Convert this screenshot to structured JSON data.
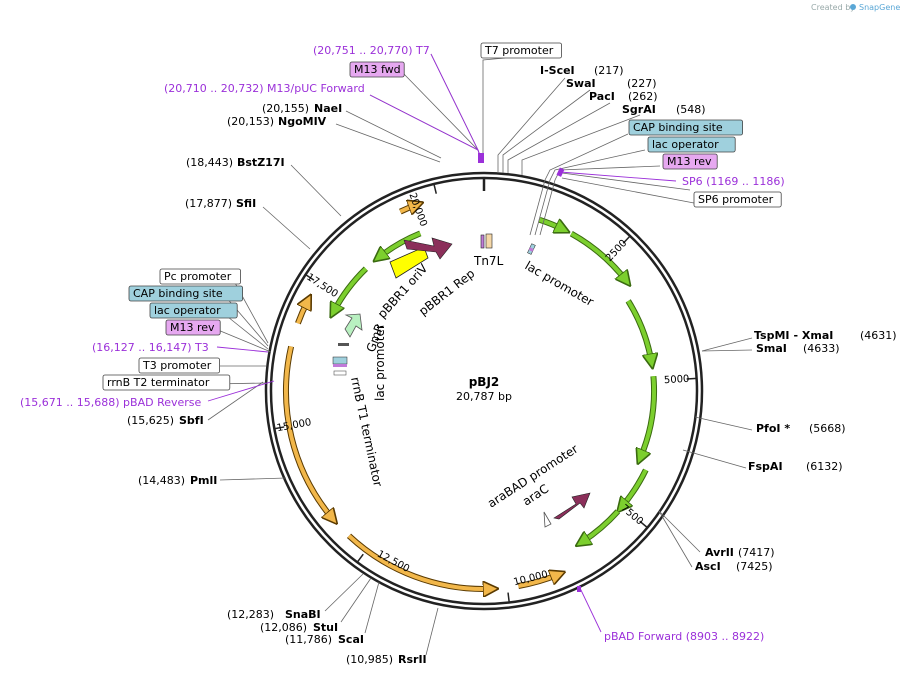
{
  "credit": {
    "prefix": "Created by",
    "brand": "SnapGene"
  },
  "plasmid": {
    "name": "pBJ2",
    "size": "20,787 bp"
  },
  "ticks": [
    "2500",
    "5000",
    "7500",
    "10,000",
    "12,500",
    "15,000",
    "17,500",
    "20,000"
  ],
  "enzymes": [
    {
      "name": "I-SceI",
      "pos": "(217)"
    },
    {
      "name": "SwaI",
      "pos": "(227)"
    },
    {
      "name": "PacI",
      "pos": "(262)"
    },
    {
      "name": "SgrAI",
      "pos": "(548)"
    },
    {
      "name": "TspMI",
      "name2": "- XmaI",
      "pos": "(4631)"
    },
    {
      "name": "SmaI",
      "pos": "(4633)"
    },
    {
      "name": "PfoI *",
      "pos": "(5668)"
    },
    {
      "name": "FspAI",
      "pos": "(6132)"
    },
    {
      "name": "AvrII",
      "pos": "(7417)"
    },
    {
      "name": "AscI",
      "pos": "(7425)"
    },
    {
      "name": "RsrII",
      "pos": "(10,985)"
    },
    {
      "name": "ScaI",
      "pos": "(11,786)"
    },
    {
      "name": "StuI",
      "pos": "(12,086)"
    },
    {
      "name": "SnaBI",
      "pos": "(12,283)"
    },
    {
      "name": "PmlI",
      "pos": "(14,483)"
    },
    {
      "name": "SbfI",
      "pos": "(15,625)"
    },
    {
      "name": "SfiI",
      "pos": "(17,877)"
    },
    {
      "name": "BstZ17I",
      "pos": "(18,443)"
    },
    {
      "name": "NgoMIV",
      "pos": "(20,153)"
    },
    {
      "name": "NaeI",
      "pos": "(20,155)"
    }
  ],
  "primers": [
    {
      "text": "(20,751 .. 20,770)  T7"
    },
    {
      "text": "(20,710 .. 20,732)  M13/pUC Forward"
    },
    {
      "text": "SP6    (1169 .. 1186)"
    },
    {
      "text": "pBAD Forward    (8903 .. 8922)"
    },
    {
      "text": "(16,127 .. 16,147)  T3"
    },
    {
      "text": "(15,671 .. 15,688)  pBAD Reverse"
    }
  ],
  "boxes": [
    {
      "text": "T7 promoter",
      "color": "#ffffff"
    },
    {
      "text": "M13 fwd",
      "color": "#e6a8f0"
    },
    {
      "text": "CAP binding site",
      "color": "#9fd0dd"
    },
    {
      "text": "lac operator",
      "color": "#9fd0dd"
    },
    {
      "text": "M13 rev",
      "color": "#e6a8f0"
    },
    {
      "text": "SP6 promoter",
      "color": "#ffffff"
    },
    {
      "text": "Pc promoter",
      "color": "#ffffff"
    },
    {
      "text": "CAP binding site",
      "color": "#9fd0dd"
    },
    {
      "text": "lac operator",
      "color": "#9fd0dd"
    },
    {
      "text": "M13 rev",
      "color": "#e6a8f0"
    },
    {
      "text": "T3 promoter",
      "color": "#ffffff"
    },
    {
      "text": "rrnB T2 terminator",
      "color": "#ffffff"
    }
  ],
  "features": {
    "tn7l": "Tn7L",
    "lac_right": "lac promoter",
    "pbbr1_ori": "pBBR1 oriV",
    "pbbr1_rep": "pBBR1 Rep",
    "gmr": "GmR",
    "lac_left": "lac promoter",
    "rrnb_t1": "rrnB T1 terminator",
    "arabad": "araBAD promoter",
    "arac": "araC"
  },
  "colors": {
    "primer": "#9b30d9",
    "arrow_green": "#7ccf2e",
    "arrow_orange": "#f2b74a",
    "cds": "#8b2f5a",
    "ori": "#ffff00",
    "gm": "#b8f0c0"
  }
}
